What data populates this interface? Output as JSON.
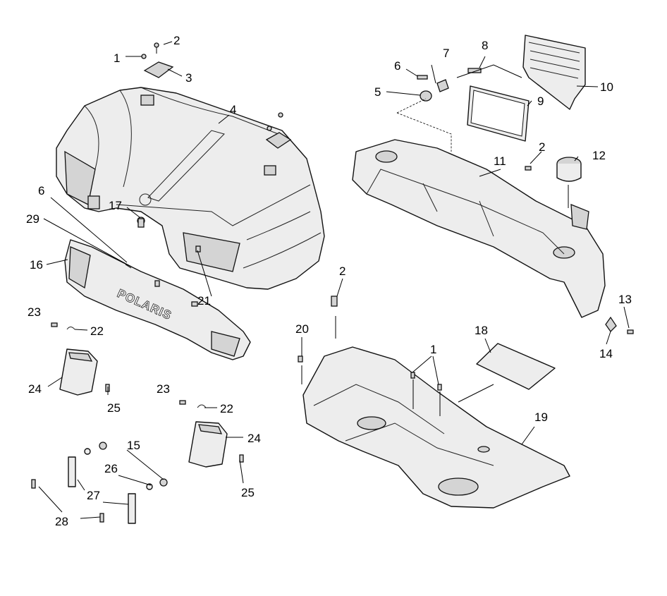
{
  "diagram": {
    "brand_marking": "POLARIS",
    "callouts": [
      {
        "id": "c1a",
        "label": "1"
      },
      {
        "id": "c2a",
        "label": "2"
      },
      {
        "id": "c3",
        "label": "3"
      },
      {
        "id": "c4",
        "label": "4"
      },
      {
        "id": "c6a",
        "label": "6"
      },
      {
        "id": "c17",
        "label": "17"
      },
      {
        "id": "c29",
        "label": "29"
      },
      {
        "id": "c16",
        "label": "16"
      },
      {
        "id": "c21",
        "label": "21"
      },
      {
        "id": "c23a",
        "label": "23"
      },
      {
        "id": "c22a",
        "label": "22"
      },
      {
        "id": "c24a",
        "label": "24"
      },
      {
        "id": "c25a",
        "label": "25"
      },
      {
        "id": "c23b",
        "label": "23"
      },
      {
        "id": "c22b",
        "label": "22"
      },
      {
        "id": "c24b",
        "label": "24"
      },
      {
        "id": "c25b",
        "label": "25"
      },
      {
        "id": "c15",
        "label": "15"
      },
      {
        "id": "c26",
        "label": "26"
      },
      {
        "id": "c27",
        "label": "27"
      },
      {
        "id": "c28",
        "label": "28"
      },
      {
        "id": "c6b",
        "label": "6"
      },
      {
        "id": "c7",
        "label": "7"
      },
      {
        "id": "c8",
        "label": "8"
      },
      {
        "id": "c5",
        "label": "5"
      },
      {
        "id": "c9",
        "label": "9"
      },
      {
        "id": "c10",
        "label": "10"
      },
      {
        "id": "c11",
        "label": "11"
      },
      {
        "id": "c2b",
        "label": "2"
      },
      {
        "id": "c12",
        "label": "12"
      },
      {
        "id": "c2c",
        "label": "2"
      },
      {
        "id": "c20",
        "label": "20"
      },
      {
        "id": "c1b",
        "label": "1"
      },
      {
        "id": "c18",
        "label": "18"
      },
      {
        "id": "c13",
        "label": "13"
      },
      {
        "id": "c14",
        "label": "14"
      },
      {
        "id": "c19",
        "label": "19"
      }
    ]
  }
}
